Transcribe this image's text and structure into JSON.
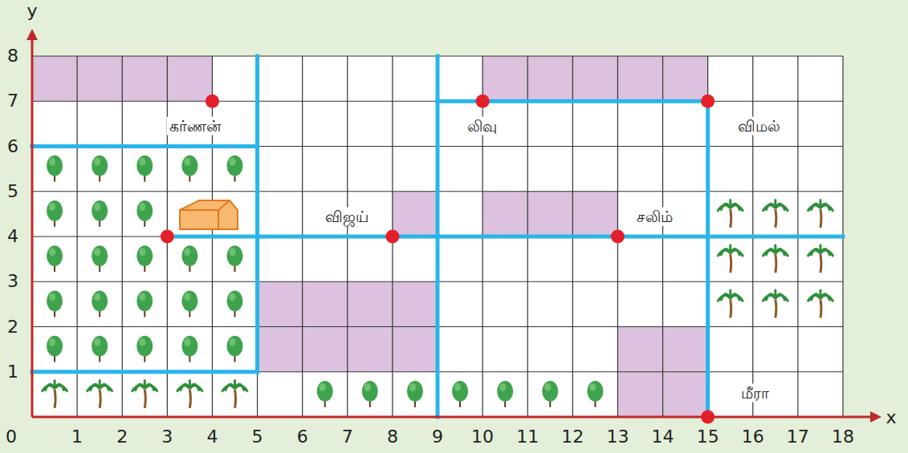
{
  "diagram": {
    "labels": [
      "y",
      "8",
      "7",
      "6",
      "5",
      "4",
      "3",
      "2",
      "1",
      "0",
      "1",
      "2",
      "3",
      "4",
      "5",
      "6",
      "7",
      "8",
      "9",
      "10",
      "11",
      "12",
      "13",
      "14",
      "15",
      "16",
      "17",
      "18",
      "x",
      "கர்ணன்",
      "லிவு",
      "விமல்",
      "விஜய்",
      "சலிம்",
      "மீரா"
    ]
  }
}
